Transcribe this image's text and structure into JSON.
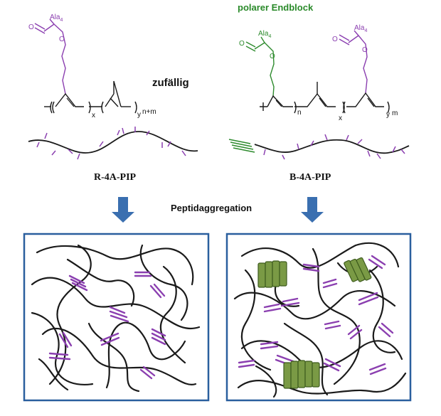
{
  "labels": {
    "polar_endblock": "polarer Endblock",
    "random": "zufällig",
    "r_name": "R-4A-PIP",
    "b_name": "B-4A-PIP",
    "aggregation": "Peptidaggregation"
  },
  "chem": {
    "ala": "Ala",
    "ala_sub": "4",
    "oxygen": "O",
    "x": "x",
    "y": "y",
    "n_plus_m": "n+m",
    "n": "n",
    "m": "m"
  },
  "colors": {
    "purple": "#8b3fb0",
    "green": "#2e8b2e",
    "green_label": "#2a8a2a",
    "arrow": "#3a6fb0",
    "box": "#2a5f9e",
    "chain": "#1a1a1a",
    "bundle_green": "#6e8f3c"
  }
}
